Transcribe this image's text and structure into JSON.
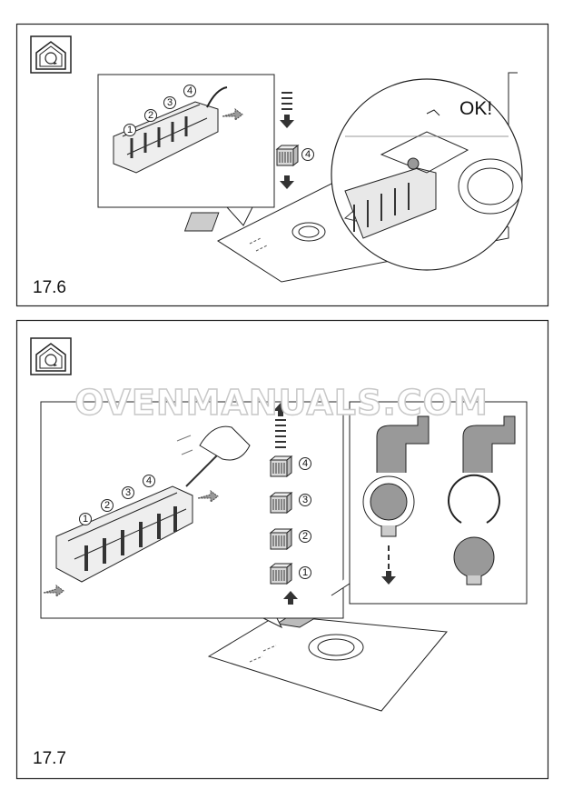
{
  "watermark": "OVENMANUALS.COM",
  "step_a": {
    "label": "17.6",
    "icon": "house-recirculation-icon",
    "ok_text": "OK!",
    "callouts": [
      "1",
      "2",
      "3",
      "4"
    ],
    "filter_number": "4"
  },
  "step_b": {
    "label": "17.7",
    "icon": "house-recirculation-icon",
    "callouts": [
      "1",
      "2",
      "3",
      "4"
    ],
    "filter_numbers": [
      "4",
      "3",
      "2",
      "1"
    ]
  }
}
